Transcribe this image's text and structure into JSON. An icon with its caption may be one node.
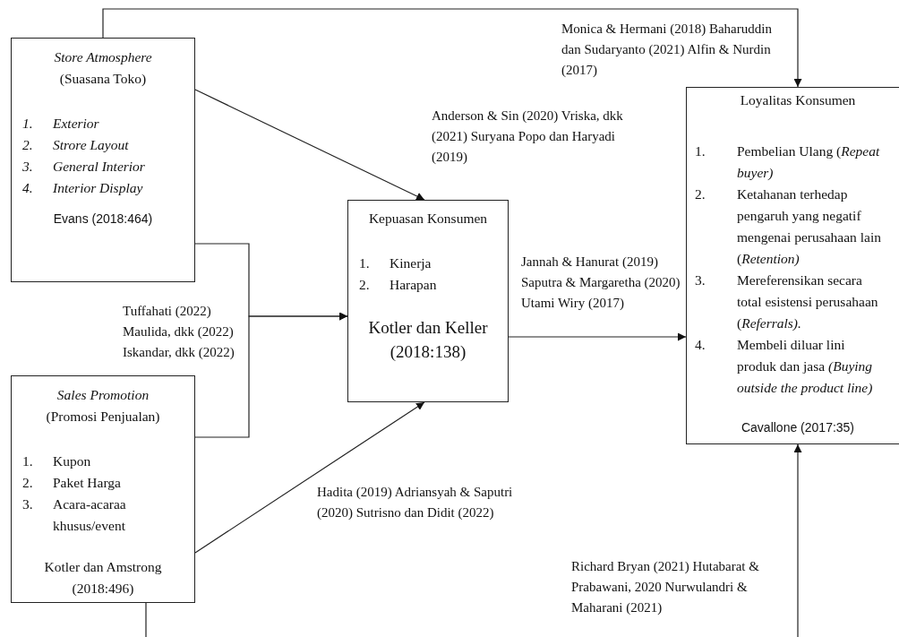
{
  "diagram": {
    "nodes": [
      {
        "text": [
          "Store Atmosphere",
          "(Suasana Toko)",
          "1.",
          "Exterior",
          "2.",
          "Strore Layout",
          "3.",
          "General Interior",
          "4.",
          "Interior Display",
          "Evans (2018:464)"
        ]
      },
      {
        "text": [
          "Sales Promotion",
          "(Promosi Penjualan)",
          "1.",
          "Kupon",
          "2.",
          "Paket Harga",
          "3.",
          "Acara-acaraa khusus/event",
          "Kotler dan Amstrong (2018:496)"
        ]
      },
      {
        "text": [
          "Kepuasan Konsumen",
          "1.",
          "Kinerja",
          "2.",
          "Harapan",
          "Kotler dan Keller (2018:138)"
        ]
      },
      {
        "text": [
          "Loyalitas Konsumen",
          "1.",
          "Pembelian Ulang (*Repeat buyer)*",
          "2.",
          "Ketahanan terhedap pengaruh yang negatif mengenai perusahaan lain (*Retention)*",
          "3.",
          "Mereferensikan secara total esistensi perusahaan (*Referrals).*",
          "4.",
          "Membeli diluar lini produk dan jasa *(Buying outside the product line)*",
          "Cavallone (2017:35)"
        ]
      }
    ],
    "edges": [
      {
        "from": 0,
        "to": 2,
        "arrow": "to",
        "label": "Anderson & Sin (2020) Vriska, dkk (2021) Suryana Popo dan Haryadi (2019)"
      },
      {
        "from": 0,
        "to": 3,
        "arrow": "to",
        "label": "Monica & Hermani (2018) Baharuddin dan Sudaryanto (2021) Alfin & Nurdin (2017)"
      },
      {
        "from": 0,
        "to": 2,
        "arrow": "to",
        "label": "Tuffahati (2022) Maulida, dkk (2022) Iskandar, dkk (2022)"
      },
      {
        "from": 1,
        "to": 2,
        "arrow": "to"
      },
      {
        "from": 1,
        "to": 2,
        "arrow": "to",
        "label": "Hadita (2019) Adriansyah & Saputri (2020) Sutrisno dan Didit (2022)"
      },
      {
        "from": 2,
        "to": 3,
        "arrow": "to",
        "label": "Jannah & Hanurat (2019) Saputra & Margaretha (2020) Utami Wiry (2017)"
      },
      {
        "from": 1,
        "to": 3,
        "arrow": "to",
        "label": "Richard Bryan (2021) Hutabarat & Prabawani, 2020 Nurwulandri & Maharani (2021)"
      }
    ]
  }
}
